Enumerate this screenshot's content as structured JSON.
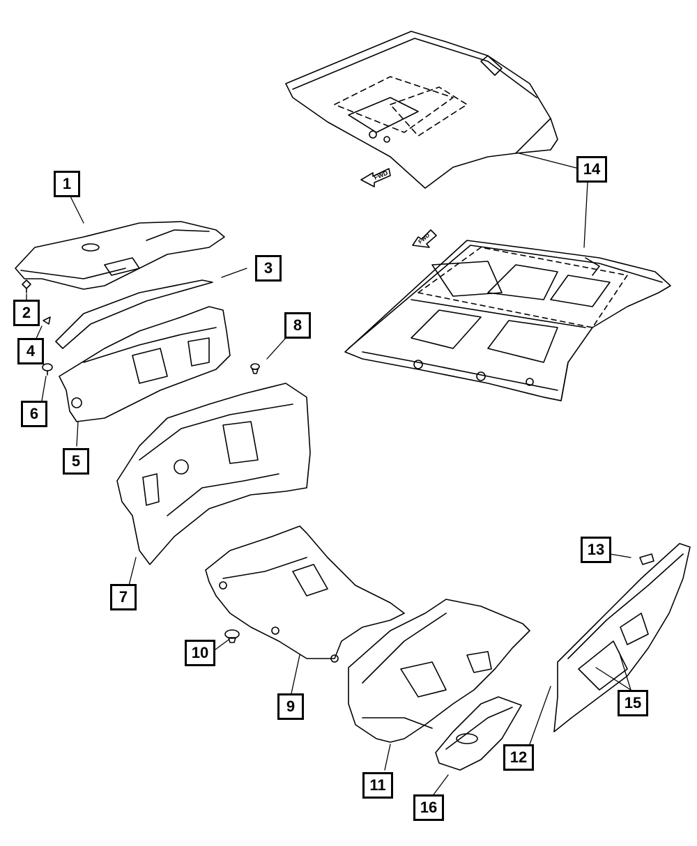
{
  "callouts": [
    "1",
    "2",
    "3",
    "4",
    "5",
    "6",
    "7",
    "8",
    "9",
    "10",
    "11",
    "12",
    "13",
    "14",
    "15",
    "16"
  ],
  "fwd_labels": [
    "FWD",
    "FWD"
  ]
}
